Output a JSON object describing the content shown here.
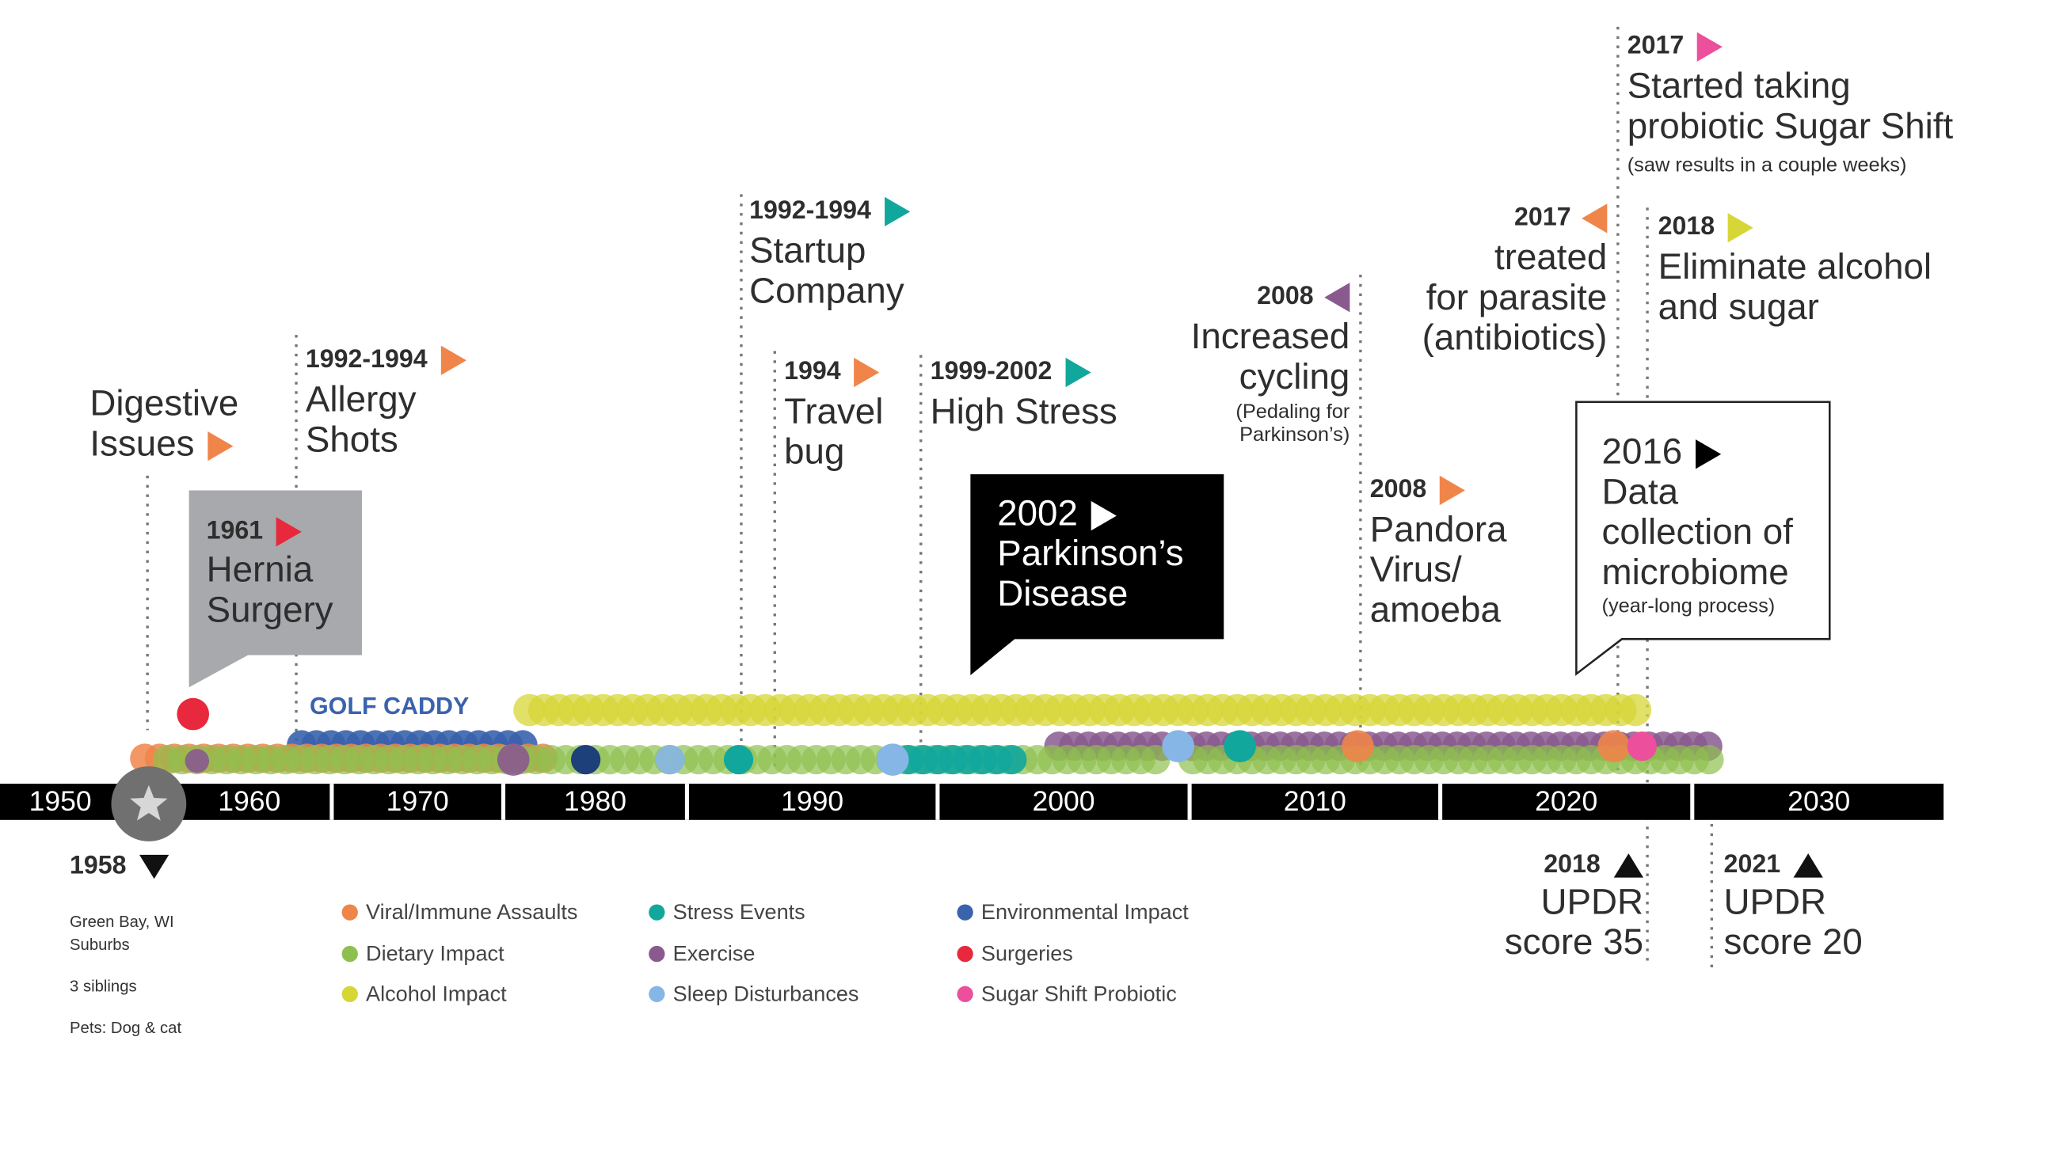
{
  "axis": {
    "decades": [
      "1950",
      "1960",
      "1970",
      "1980",
      "1990",
      "2000",
      "2010",
      "2020",
      "2030"
    ]
  },
  "birth": {
    "year": "1958",
    "marker_icon": "star-icon",
    "lines": [
      "Green Bay, WI",
      "Suburbs",
      "3 siblings",
      "Pets: Dog & cat"
    ]
  },
  "golf_caddy_label": "GOLF CADDY",
  "events": {
    "digestive": {
      "text": [
        "Digestive",
        "Issues"
      ],
      "flag_color": "#f0854a"
    },
    "hernia": {
      "year": "1961",
      "text": [
        "Hernia",
        "Surgery"
      ],
      "flag_color": "#e8283c"
    },
    "allergy": {
      "year": "1992-1994",
      "text": [
        "Allergy",
        "Shots"
      ],
      "flag_color": "#f0854a"
    },
    "startup": {
      "year": "1992-1994",
      "text": [
        "Startup",
        "Company"
      ],
      "flag_color": "#12a79d"
    },
    "travel": {
      "year": "1994",
      "text": [
        "Travel",
        "bug"
      ],
      "flag_color": "#f0854a"
    },
    "stress": {
      "year": "1999-2002",
      "text": [
        "High Stress"
      ],
      "flag_color": "#12a79d"
    },
    "parkinsons": {
      "year": "2002",
      "text": [
        "Parkinson’s",
        "Disease"
      ]
    },
    "cycling": {
      "year": "2008",
      "text": [
        "Increased",
        "cycling"
      ],
      "note": [
        "(Pedaling for",
        "Parkinson’s)"
      ],
      "flag_color": "#8a5a8f"
    },
    "pandora": {
      "year": "2008",
      "text": [
        "Pandora",
        "Virus/",
        "amoeba"
      ],
      "flag_color": "#f0854a"
    },
    "parasite": {
      "year": "2017",
      "text": [
        "treated",
        "for parasite",
        "(antibiotics)"
      ],
      "flag_color": "#f0854a"
    },
    "probiotic": {
      "year": "2017",
      "text": [
        "Started taking",
        "probiotic Sugar Shift"
      ],
      "note": "(saw results in a couple weeks)",
      "flag_color": "#ec4f9b"
    },
    "alcohol": {
      "year": "2018",
      "text": [
        "Eliminate alcohol",
        "and sugar"
      ],
      "flag_color": "#d7d637"
    },
    "data2016": {
      "year": "2016",
      "text": [
        "Data",
        "collection of",
        "microbiome"
      ],
      "note": "(year-long process)"
    },
    "updr2018": {
      "year": "2018",
      "text": [
        "UPDR",
        "score 35"
      ]
    },
    "updr2021": {
      "year": "2021",
      "text": [
        "UPDR",
        "score 20"
      ]
    }
  },
  "legend": [
    {
      "label": "Viral/Immune Assaults",
      "color": "#f0854a"
    },
    {
      "label": "Dietary Impact",
      "color": "#8ec04f"
    },
    {
      "label": "Alcohol Impact",
      "color": "#d7d637"
    },
    {
      "label": "Stress Events",
      "color": "#12a79d"
    },
    {
      "label": "Exercise",
      "color": "#8a5a8f"
    },
    {
      "label": "Sleep Disturbances",
      "color": "#86b6e6"
    },
    {
      "label": "Environmental Impact",
      "color": "#3a62ad"
    },
    {
      "label": "Surgeries",
      "color": "#e8283c"
    },
    {
      "label": "Sugar Shift Probiotic",
      "color": "#ec4f9b"
    }
  ]
}
